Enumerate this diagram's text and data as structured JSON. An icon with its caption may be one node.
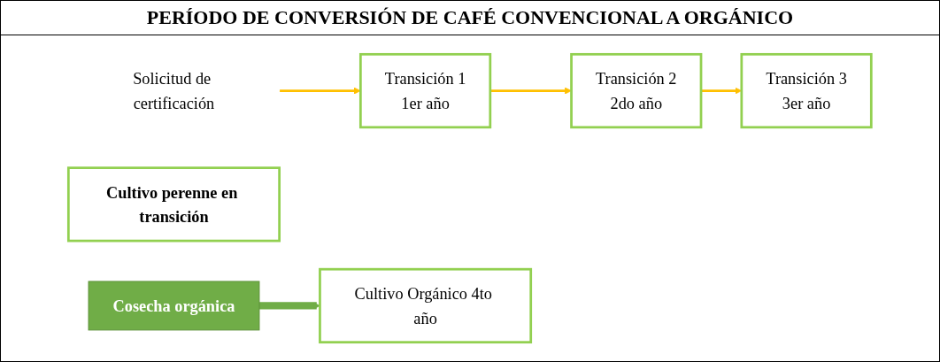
{
  "diagram": {
    "title": "PERÍODO DE CONVERSIÓN DE CAFÉ CONVENCIONAL A ORGÁNICO",
    "nodes": [
      {
        "text": [
          "Cosecha orgánica"
        ]
      },
      {
        "text": [
          "Cultivo perenne en transición"
        ]
      },
      {
        "text": [
          "Solicitud de certificación"
        ]
      },
      {
        "text": [
          "Transición 1",
          "1er año"
        ]
      },
      {
        "text": [
          "Transición 2",
          "2do año"
        ]
      },
      {
        "text": [
          "Transición 3",
          "3er año"
        ]
      },
      {
        "text": [
          "Cultivo Orgánico 4to año"
        ]
      }
    ],
    "edges": [
      {
        "from": 0,
        "to": 6,
        "arrow": "to",
        "style": "thick",
        "color": "#70ad47"
      },
      {
        "from": 2,
        "to": 3,
        "arrow": "to"
      },
      {
        "from": 3,
        "to": 4,
        "arrow": "to"
      },
      {
        "from": 4,
        "to": 5,
        "arrow": "to"
      }
    ]
  }
}
